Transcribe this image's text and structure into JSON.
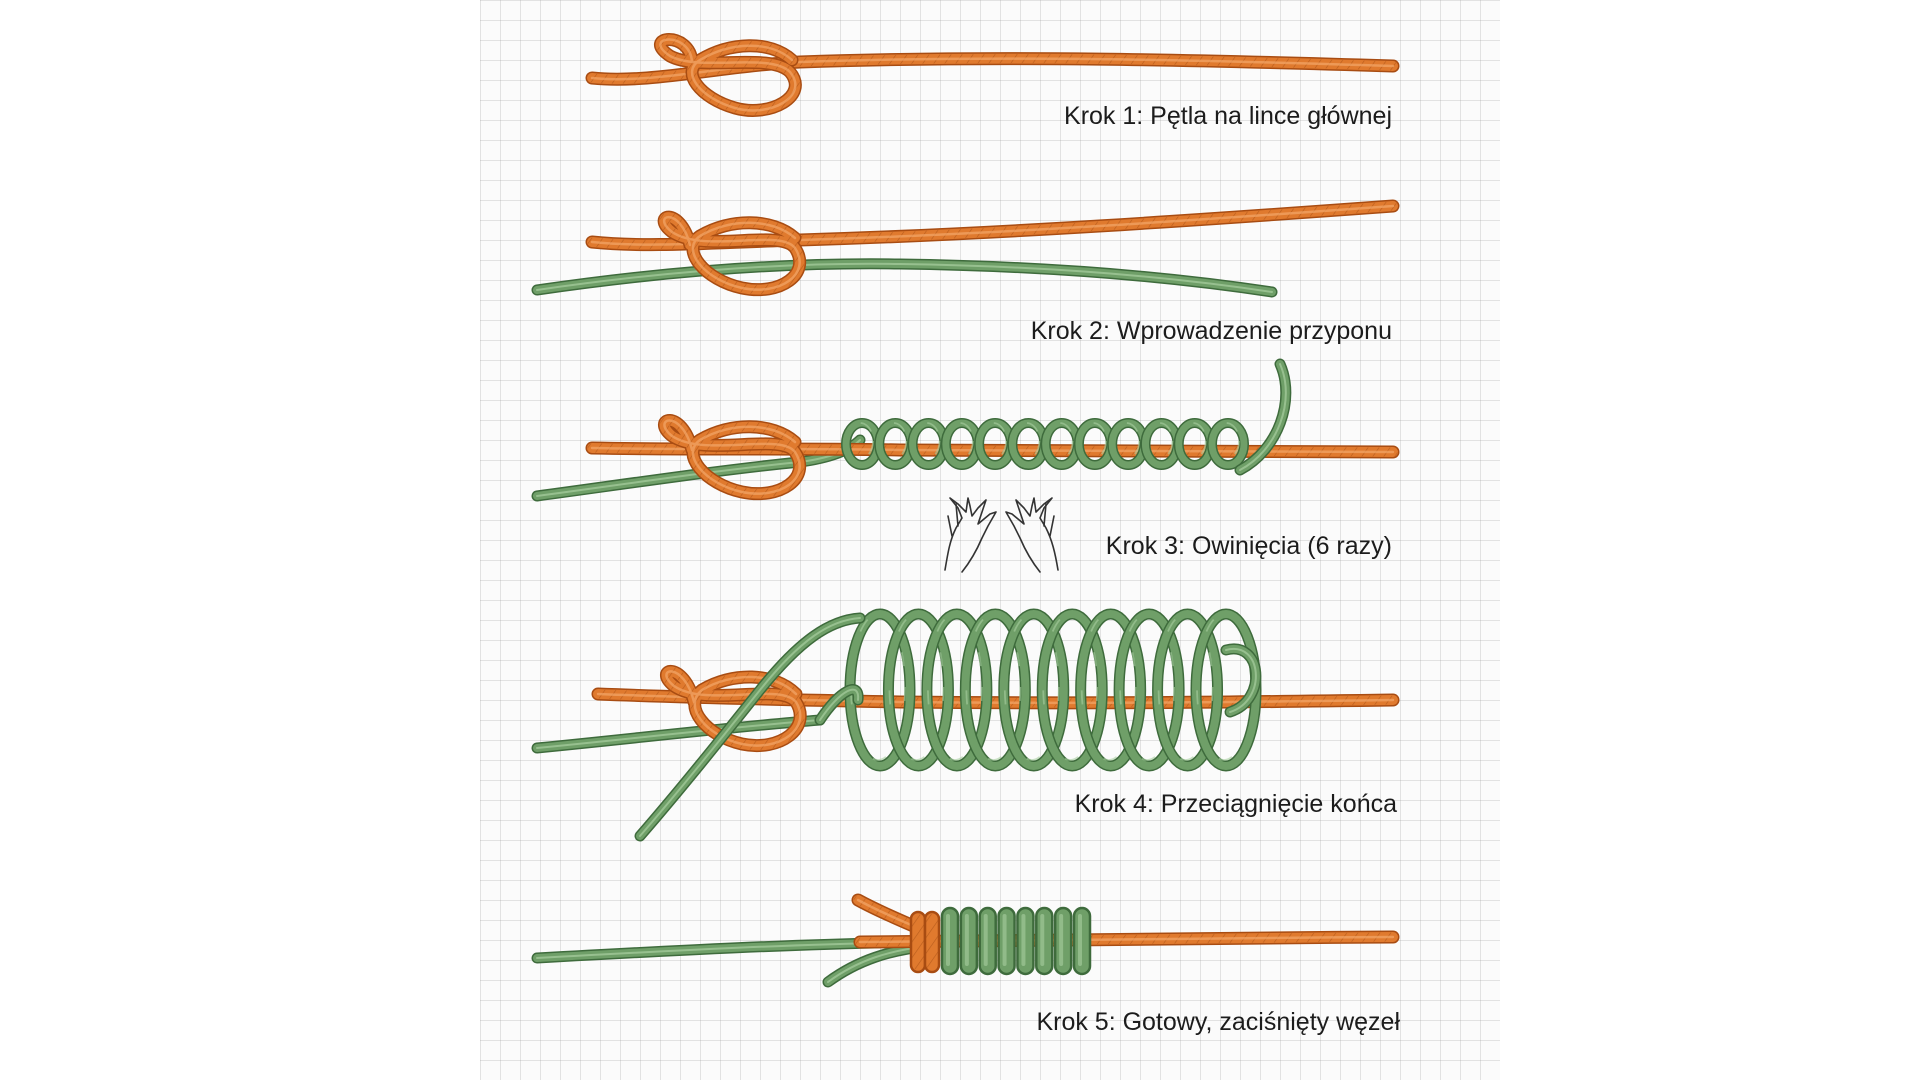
{
  "steps": [
    {
      "label": "Krok 1: Pętla na lince głównej"
    },
    {
      "label": "Krok 2: Wprowadzenie przyponu"
    },
    {
      "label": "Krok 3: Owinięcia (6 razy)"
    },
    {
      "label": "Krok 4: Przeciągnięcie końca"
    },
    {
      "label": "Krok 5: Gotowy, zaciśnięty węzeł"
    }
  ],
  "colors": {
    "main_line": "#e07a2e",
    "main_line_dark": "#a84c12",
    "main_line_light": "#f2a66a",
    "leader": "#6f9f68",
    "leader_dark": "#3e6b3c",
    "leader_light": "#a8cfa0",
    "grid_paper": "#fbfbfb",
    "text": "#1c1c1c"
  },
  "icons": [
    "hands-outline-icon"
  ]
}
